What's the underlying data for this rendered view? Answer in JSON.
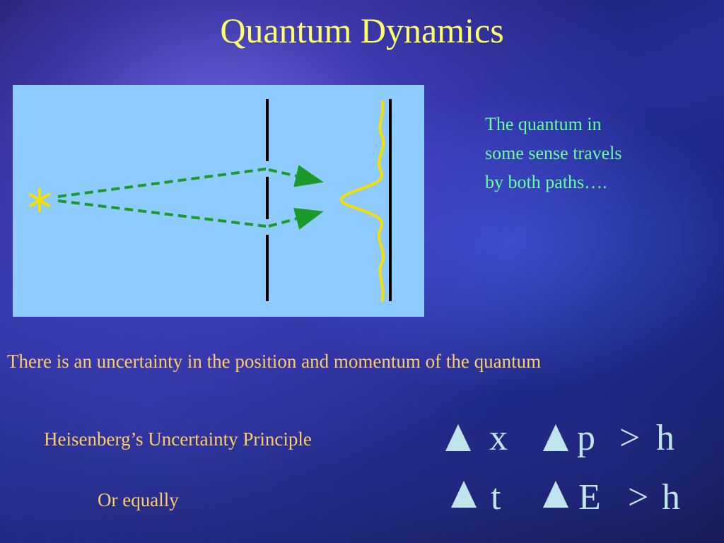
{
  "slide": {
    "title": "Quantum Dynamics",
    "description_lines": [
      "The quantum in",
      "some sense travels",
      "by both paths…."
    ],
    "uncertainty_statement": "There is an uncertainty in the position and momentum of the quantum",
    "principle_label": "Heisenberg’s Uncertainty Principle",
    "or_equally_label": "Or equally",
    "equation1": {
      "var1": "x",
      "var2": "p",
      "relation": ">",
      "rhs": "h"
    },
    "equation2": {
      "var1": "t",
      "var2": "E",
      "relation": ">",
      "rhs": "h"
    }
  },
  "colors": {
    "title": "#ffff66",
    "description": "#66ff99",
    "body_text": "#ffcc66",
    "equation": "#bfe6ec",
    "diagram_background": "#8ecbff",
    "paths": "#1a9a2a",
    "wave": "#f5e000",
    "barrier": "#000000"
  },
  "icons": {
    "source": "asterisk-source-icon",
    "delta": "delta-triangle-icon"
  }
}
